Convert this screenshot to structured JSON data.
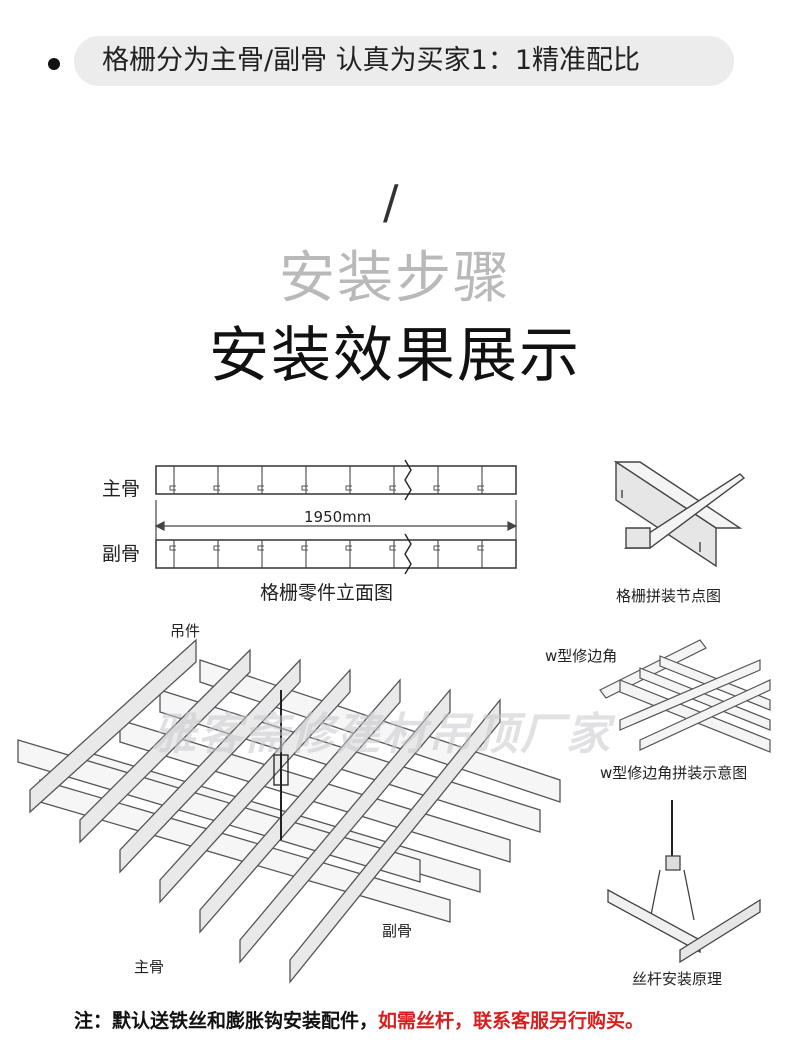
{
  "header": {
    "text": "格栅分为主骨/副骨 认真为买家1：1精准配比"
  },
  "section": {
    "slash": "/",
    "steps_title": "安装步骤",
    "effect_title": "安装效果展示"
  },
  "diagrams": {
    "main_bone_label": "主骨",
    "sub_bone_label": "副骨",
    "length_label": "1950mm",
    "elevation_caption": "格栅零件立面图",
    "node_caption": "格栅拼装节点图",
    "hanger_label": "吊件",
    "w_corner_label": "w型修边角",
    "w_corner_caption": "w型修边角拼装示意图",
    "grid_sub_label": "副骨",
    "grid_main_label": "主骨",
    "rod_caption": "丝杆安装原理"
  },
  "watermark": "雅客斋修建材吊顶厂家",
  "note": {
    "prefix": "注：默认送铁丝和膨胀钩安装配件，",
    "highlight": "如需丝杆，联系客服另行购买。"
  },
  "colors": {
    "accent_red": "#d81e1e",
    "pill_bg": "#ececec",
    "subtitle_gray": "#b9b9b9"
  }
}
